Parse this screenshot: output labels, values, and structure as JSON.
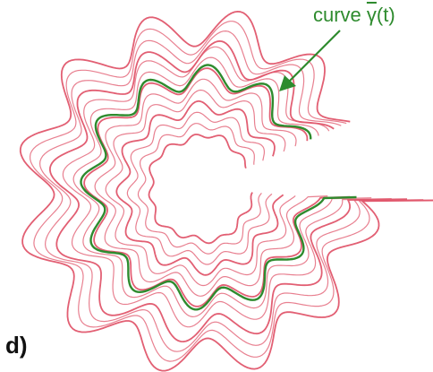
{
  "panel_label": "d)",
  "annotation": {
    "prefix": "curve ",
    "symbol": "γ",
    "args": "(t)"
  },
  "colors": {
    "family_curves": "#e0566b",
    "highlight_curve": "#2e8b2e",
    "annotation": "#2e8b2e",
    "background": "#ffffff"
  }
}
